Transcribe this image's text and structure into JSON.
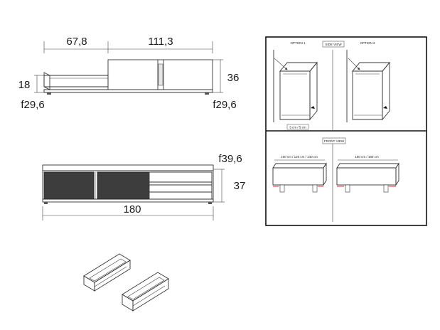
{
  "top_view": {
    "width_left": "67,8",
    "width_right": "111,3",
    "height_left": "18",
    "height_right": "36",
    "depth_left": "f29,6",
    "depth_right": "f29,6"
  },
  "front_view": {
    "depth": "f39,6",
    "height": "37",
    "width": "180"
  },
  "install_panel": {
    "side_view_label": "SIDE VIEW",
    "option_1": "OPTION 1",
    "option_2": "OPTION 2",
    "clearance_note": "5 cm / 5 cm",
    "front_view_label": "FRONT VIEW",
    "left_sizes": "100 cm / 120 cm / 140 cm",
    "right_sizes": "160 cm / 180 cm"
  },
  "colors": {
    "panel": "#3d3d3d",
    "marker": "#cc2222"
  }
}
